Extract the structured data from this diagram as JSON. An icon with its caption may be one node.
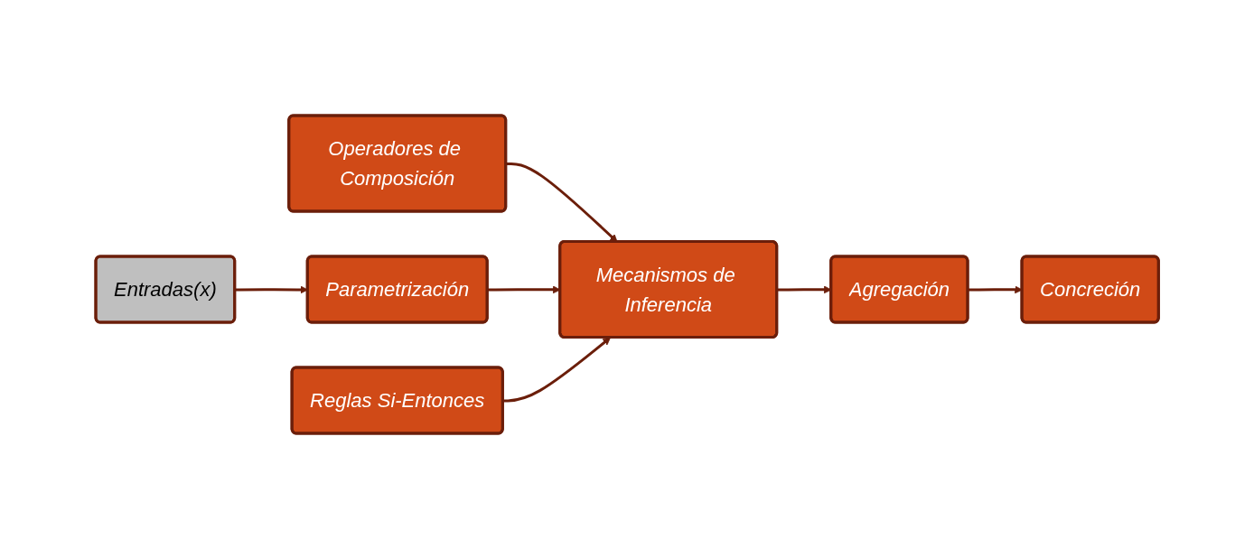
{
  "diagram": {
    "nodes": [
      {
        "text": [
          "Entradas(x)"
        ]
      },
      {
        "text": [
          "Operadores de Composición"
        ]
      },
      {
        "text": [
          "Parametrización"
        ]
      },
      {
        "text": [
          "Mecanismos de Inferencia"
        ]
      },
      {
        "text": [
          "Agregación"
        ]
      },
      {
        "text": [
          "Concreción"
        ]
      },
      {
        "text": [
          "Reglas Si-Entonces"
        ]
      }
    ],
    "edges": [
      {
        "from": 0,
        "to": 2,
        "arrow": "to"
      },
      {
        "from": 1,
        "to": 3,
        "arrow": "to"
      },
      {
        "from": 2,
        "to": 3,
        "arrow": "to"
      },
      {
        "from": 3,
        "to": 4,
        "arrow": "to"
      },
      {
        "from": 4,
        "to": 5,
        "arrow": "to"
      },
      {
        "from": 6,
        "to": 3,
        "arrow": "to"
      }
    ]
  }
}
